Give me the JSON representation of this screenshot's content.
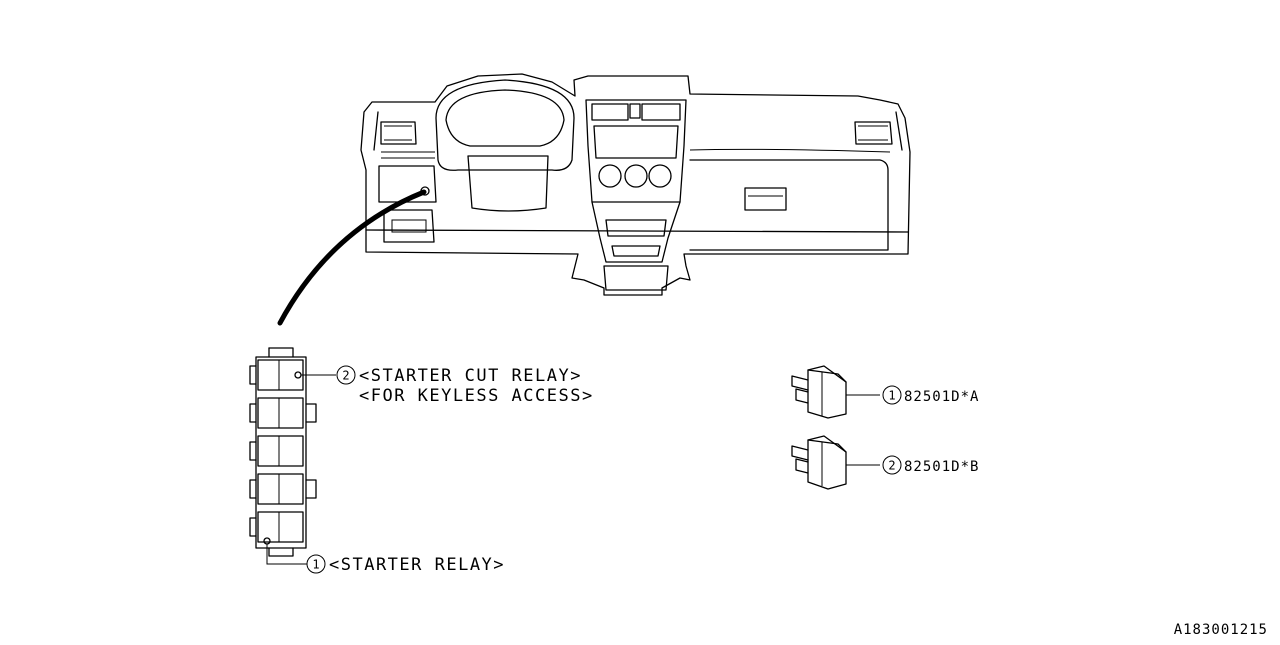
{
  "callouts": [
    {
      "number": "2",
      "label": "<STARTER CUT RELAY>"
    },
    {
      "number": "",
      "label": "<FOR KEYLESS ACCESS>"
    },
    {
      "number": "1",
      "label": "<STARTER RELAY>"
    }
  ],
  "parts": [
    {
      "number": "1",
      "part_no": "82501D*A"
    },
    {
      "number": "2",
      "part_no": "82501D*B"
    }
  ],
  "figure_id": "A183001215"
}
